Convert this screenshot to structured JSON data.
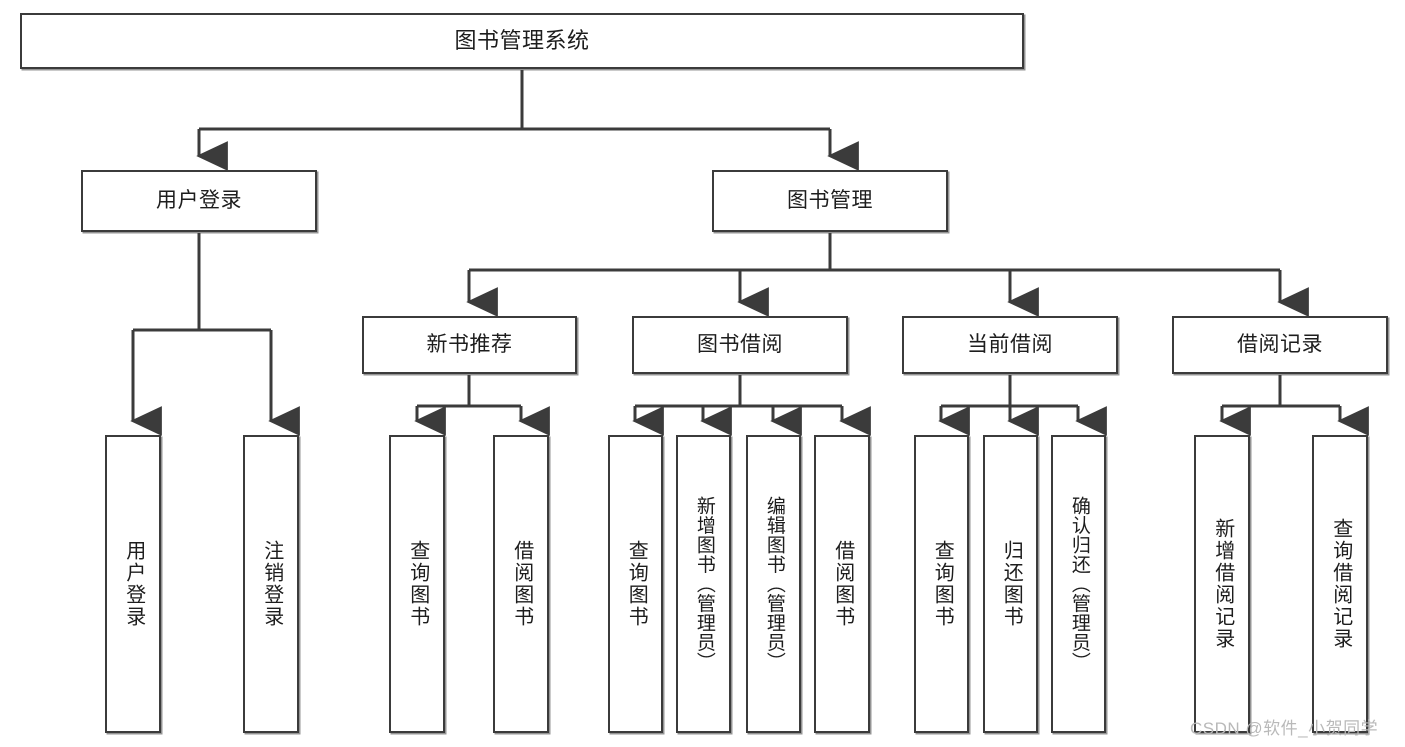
{
  "diagram": {
    "title": "图书管理系统",
    "type": "tree-hierarchy",
    "colors": {
      "border": "#3b3b3b",
      "background": "#ffffff",
      "text": "#1d1d1d",
      "watermark": "#b9b9b9"
    },
    "nodes": {
      "root": {
        "label": "图书管理系统"
      },
      "level2": [
        {
          "label": "用户登录"
        },
        {
          "label": "图书管理"
        }
      ],
      "level3": [
        {
          "label": "新书推荐"
        },
        {
          "label": "图书借阅"
        },
        {
          "label": "当前借阅"
        },
        {
          "label": "借阅记录"
        }
      ],
      "leaves": {
        "user_login": [
          {
            "label": "用户登录"
          },
          {
            "label": "注销登录"
          }
        ],
        "new_book_recommend": [
          {
            "label": "查询图书"
          },
          {
            "label": "借阅图书"
          }
        ],
        "book_borrow": [
          {
            "label": "查询图书"
          },
          {
            "label": "新增图书（管理员）"
          },
          {
            "label": "编辑图书（管理员）"
          },
          {
            "label": "借阅图书"
          }
        ],
        "current_borrow": [
          {
            "label": "查询图书"
          },
          {
            "label": "归还图书"
          },
          {
            "label": "确认归还（管理员）"
          }
        ],
        "borrow_record": [
          {
            "label": "新增借阅记录"
          },
          {
            "label": "查询借阅记录"
          }
        ]
      }
    },
    "watermark": "CSDN @软件_小贺同学"
  }
}
